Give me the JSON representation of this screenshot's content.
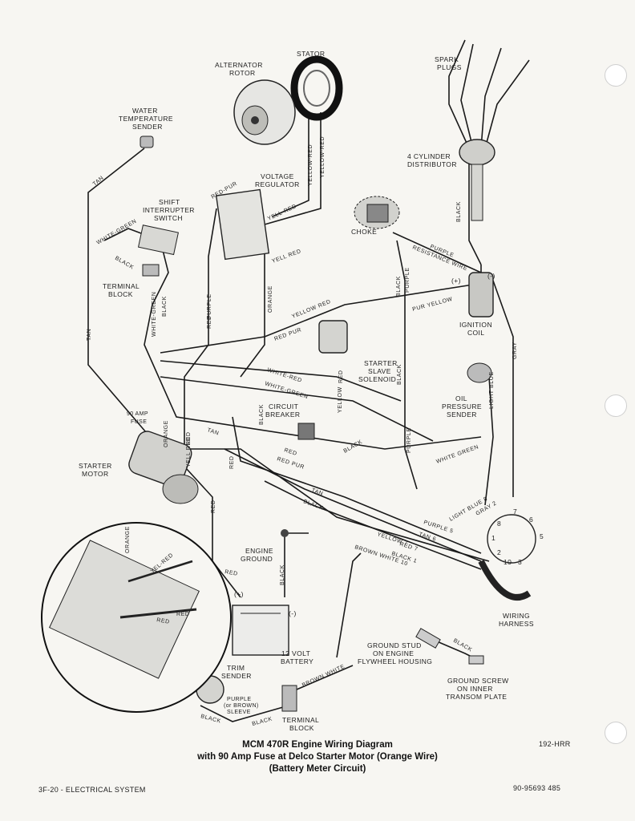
{
  "diagram": {
    "labels": {
      "stator": "STATOR",
      "alternator_rotor_1": "ALTERNATOR",
      "alternator_rotor_2": "ROTOR",
      "spark_plugs_1": "SPARK",
      "spark_plugs_2": "PLUGS",
      "water_temp_1": "WATER",
      "water_temp_2": "TEMPERATURE",
      "water_temp_3": "SENDER",
      "distributor_1": "4 CYLINDER",
      "distributor_2": "DISTRIBUTOR",
      "voltage_reg_1": "VOLTAGE",
      "voltage_reg_2": "REGULATOR",
      "shift_1": "SHIFT",
      "shift_2": "INTERRUPTER",
      "shift_3": "SWITCH",
      "choke": "CHOKE",
      "terminal_block_1": "TERMINAL",
      "terminal_block_2": "BLOCK",
      "ignition_coil_1": "IGNITION",
      "ignition_coil_2": "COIL",
      "starter_slave_1": "STARTER",
      "starter_slave_2": "SLAVE",
      "starter_slave_3": "SOLENOID",
      "oil_pressure_1": "OIL",
      "oil_pressure_2": "PRESSURE",
      "oil_pressure_3": "SENDER",
      "circuit_breaker_1": "CIRCUIT",
      "circuit_breaker_2": "BREAKER",
      "fuse_1": "90 AMP",
      "fuse_2": "FUSE",
      "starter_motor_1": "STARTER",
      "starter_motor_2": "MOTOR",
      "engine_ground_1": "ENGINE",
      "engine_ground_2": "GROUND",
      "battery_1": "12 VOLT",
      "battery_2": "BATTERY",
      "battery_plus": "(+)",
      "battery_minus": "(-)",
      "coil_plus": "(+)",
      "coil_minus": "(-)",
      "wiring_harness_1": "WIRING",
      "wiring_harness_2": "HARNESS",
      "ground_stud_1": "GROUND STUD",
      "ground_stud_2": "ON ENGINE",
      "ground_stud_3": "FLYWHEEL HOUSING",
      "ground_screw_1": "GROUND SCREW",
      "ground_screw_2": "ON INNER",
      "ground_screw_3": "TRANSOM PLATE",
      "trim_sender_1": "TRIM",
      "trim_sender_2": "SENDER",
      "purple_sleeve_1": "PURPLE",
      "purple_sleeve_2": "(or BROWN)",
      "purple_sleeve_3": "SLEEVE",
      "terminal_block_b_1": "TERMINAL",
      "terminal_block_b_2": "BLOCK"
    },
    "wires": {
      "tan": "TAN",
      "red_pur": "RED-PUR",
      "yellow_red": "YELLOW-RED",
      "yell_red": "YELL-RED",
      "yell_red_2": "YELL RED",
      "white_green": "WHITE-GREEN",
      "black": "BLACK",
      "purple": "PURPLE",
      "orange": "ORANGE",
      "red": "RED",
      "white_green_v": "WHITE-GREEN",
      "yellow_red_h": "YELLOW RED",
      "red_pur_h": "RED PUR",
      "pur_yellow": "PUR YELLOW",
      "white_red": "WHITE-RED",
      "white_green_h": "WHITE-GREEN",
      "purple_resistance": "PURPLE",
      "resistance_wire": "RESISTANCE WIRE",
      "gray": "GRAY",
      "light_blue": "LIGHT BLUE",
      "white_green_low": "WHITE GREEN",
      "yell_red_v": "YELL RED",
      "yellow_v": "YELLOW",
      "tan_low": "TAN",
      "red_low": "RED",
      "red_pur_low": "RED PUR",
      "tan_low2": "TAN",
      "black_low": "BLACK",
      "black_v": "BLACK",
      "purple_v": "PURPLE",
      "red_v": "RED",
      "red_batt": "RED",
      "black_ground": "BLACK",
      "brown_white": "BROWN WHITE",
      "black_stud": "BLACK",
      "black_trim": "BLACK",
      "black_trim2": "BLACK",
      "red_inset": "RED",
      "yel_red_inset": "YEL-RED",
      "orange_inset": "ORANGE",
      "red_harness": "RED",
      "purple_5": "PURPLE 5",
      "tan_6": "TAN 6",
      "yellow_7": "YELLOW 7",
      "red_7": "RED 7",
      "black_1": "BLACK 1",
      "brown_white_10": "BROWN WHITE 10",
      "light_blue_8": "LIGHT BLUE 8",
      "gray_2": "GRAY 2"
    },
    "pin_numbers": [
      "7",
      "6",
      "8",
      "5",
      "1",
      "2",
      "10",
      "3"
    ]
  },
  "caption": {
    "line1": "MCM 470R Engine Wiring Diagram",
    "line2": "with 90 Amp Fuse at Delco Starter Motor (Orange Wire)",
    "line3": "(Battery Meter Circuit)"
  },
  "footer": {
    "left": "3F-20 - ELECTRICAL SYSTEM",
    "right": "90-95693 485",
    "ref": "192-HRR"
  }
}
